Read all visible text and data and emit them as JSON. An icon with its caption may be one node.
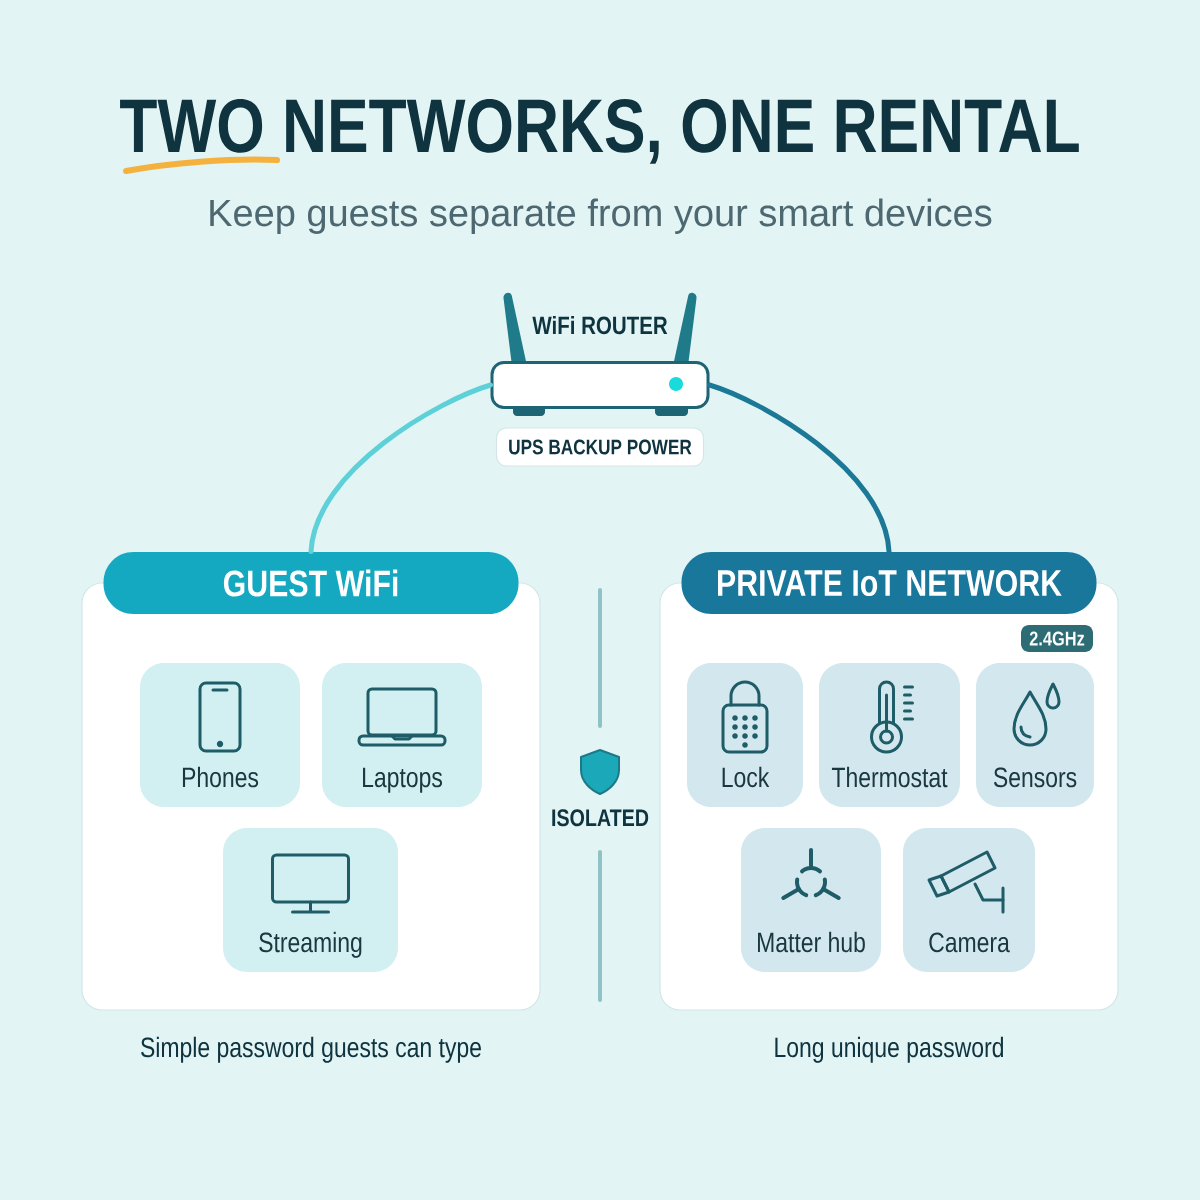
{
  "diagram": {
    "title": "TWO NETWORKS, ONE RENTAL",
    "nodes": [
      {
        "text": [
          "WiFi ROUTER"
        ]
      },
      {
        "text": [
          "UPS BACKUP POWER"
        ]
      },
      {
        "text": [
          "GUEST WiFi"
        ],
        "beside": [
          "Simple password guests can type"
        ]
      },
      {
        "text": [
          "Phones"
        ],
        "in": 2
      },
      {
        "text": [
          "Laptops"
        ],
        "in": 2
      },
      {
        "text": [
          "Streaming"
        ],
        "in": 2
      },
      {
        "text": [
          "PRIVATE IoT NETWORK"
        ],
        "beside": [
          "Long unique password"
        ]
      },
      {
        "text": [
          "2.4GHz"
        ],
        "in": 6
      },
      {
        "text": [
          "Lock"
        ],
        "in": 6
      },
      {
        "text": [
          "Thermostat"
        ],
        "in": 6
      },
      {
        "text": [
          "Sensors"
        ],
        "in": 6
      },
      {
        "text": [
          "Matter hub"
        ],
        "in": 6
      },
      {
        "text": [
          "Camera"
        ],
        "in": 6
      }
    ],
    "edges": [
      {
        "from": 0,
        "to": 2,
        "arrow": "none",
        "color": "#5ed1d8"
      },
      {
        "from": 0,
        "to": 6,
        "arrow": "none",
        "color": "#1b7896"
      }
    ],
    "labels": [
      "Keep guests separate from your smart devices",
      "ISOLATED"
    ]
  }
}
